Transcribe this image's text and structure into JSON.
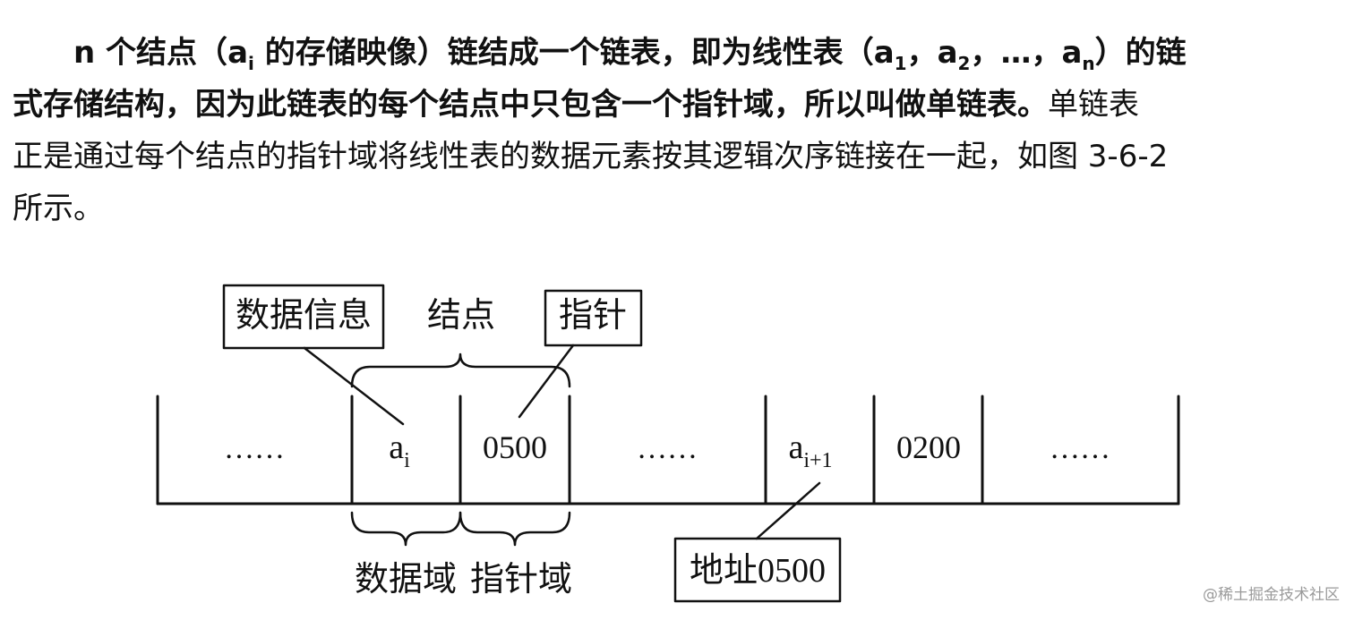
{
  "paragraph": {
    "line1": {
      "n": "n",
      "t1": " 个结点（",
      "a": "a",
      "a_sub": "i",
      "t2": " 的存储映像）链结成一个链表，即为线性表（",
      "a1": "a",
      "a1_sub": "1",
      "sep1": "，",
      "a2": "a",
      "a2_sub": "2",
      "sep2": "，",
      "dots": "…",
      "sep3": "，",
      "an": "a",
      "an_sub": "n",
      "t3": "）的链"
    },
    "line2_bold": "式存储结构，因为此链表的每个结点中只包含一个指针域，所以叫做单链表。",
    "line2_rest": "单链表",
    "line3": "正是通过每个结点的指针域将线性表的数据元素按其逻辑次序链接在一起，如图 3-6-2",
    "line4": "所示。"
  },
  "diagram": {
    "label_data_info": "数据信息",
    "label_node": "结点",
    "label_pointer": "指针",
    "cell_dots_1": "……",
    "cell_ai_base": "a",
    "cell_ai_sub": "i",
    "cell_0500": "0500",
    "cell_dots_2": "……",
    "cell_ai1_base": "a",
    "cell_ai1_sub": "i+1",
    "cell_0200": "0200",
    "cell_dots_3": "……",
    "label_data_field": "数据域",
    "label_pointer_field": "指针域",
    "label_address": "地址0500"
  },
  "watermark": "@稀土掘金技术社区"
}
